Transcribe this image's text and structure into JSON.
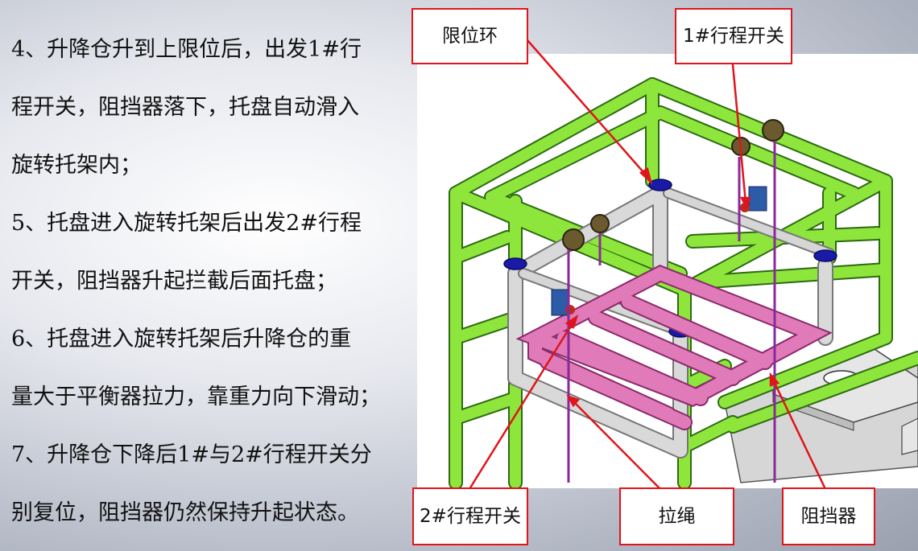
{
  "steps": [
    "4、升降仓升到上限位后，出发1#行",
    "程开关，阻挡器落下，托盘自动滑入",
    "旋转托架内；",
    "5、托盘进入旋转托架后出发2#行程",
    "开关，阻挡器升起拦截后面托盘；",
    "6、托盘进入旋转托架后升降仓的重",
    "量大于平衡器拉力，靠重力向下滑动；",
    "7、升降仓下降后1#与2#行程开关分",
    "别复位，阻挡器仍然保持升起状态。"
  ],
  "labels": {
    "limit_ring": "限位环",
    "switch1": "1#行程开关",
    "switch2": "2#行程开关",
    "rope": "拉绳",
    "stopper": "阻挡器"
  },
  "colors": {
    "frame_green": "#8ee63c",
    "tray_pink": "#e07ab8",
    "rope_purple": "#8a2a9a",
    "callout_red": "#e0141b",
    "ring_blue": "#1a1aa8"
  }
}
